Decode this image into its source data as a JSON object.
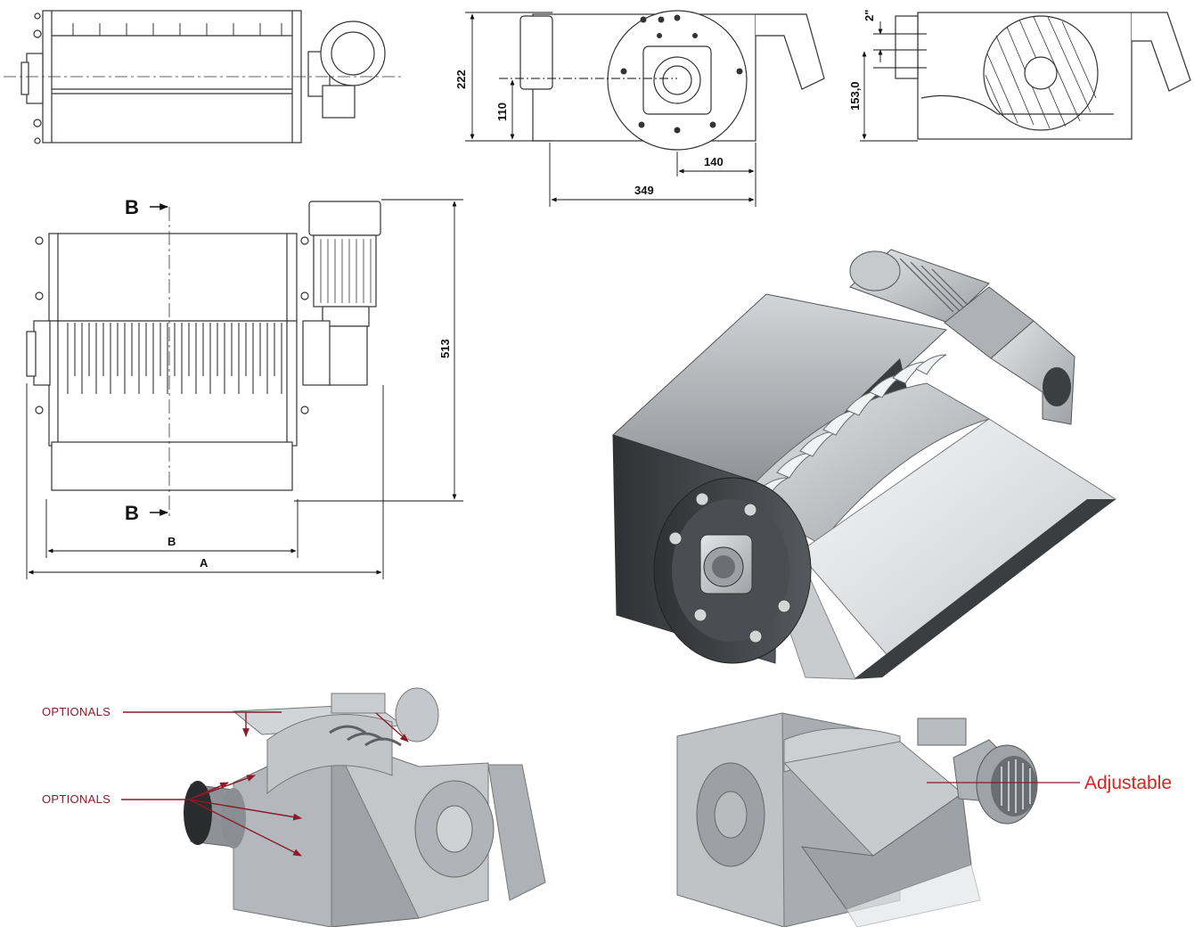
{
  "dimensions": {
    "front_height": "222",
    "front_axis_height": "110",
    "front_offset": "140",
    "front_width": "349",
    "side_outlet": "2\"",
    "side_axis_height": "153,0",
    "top_height": "513",
    "top_inner_width": "B",
    "top_overall_width": "A"
  },
  "section": {
    "top_marker": "B",
    "bottom_marker": "B"
  },
  "callouts": {
    "optionals_top": "OPTIONALS",
    "optionals_mid": "OPTIONALS",
    "adjustable": "Adjustable"
  },
  "colors": {
    "callout_line": "#8b1a2b",
    "adjustable_text": "#e0201f",
    "steel": "#b9bcbf",
    "dark_panel": "#3c3f42"
  }
}
